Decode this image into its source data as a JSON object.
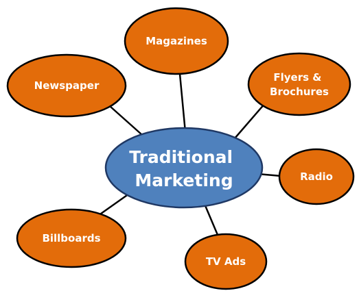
{
  "colors": {
    "center_fill": "#4f81bd",
    "center_stroke": "#1f3864",
    "leaf_fill": "#e36c0a",
    "leaf_stroke": "#000000",
    "connector": "#000000",
    "text": "#ffffff"
  },
  "center": {
    "lines": [
      "Traditional",
      "Marketing"
    ]
  },
  "nodes": [
    {
      "id": "magazines",
      "lines": [
        "Magazines"
      ]
    },
    {
      "id": "newspaper",
      "lines": [
        "Newspaper"
      ]
    },
    {
      "id": "flyers",
      "lines": [
        "Flyers &",
        "Brochures"
      ]
    },
    {
      "id": "radio",
      "lines": [
        "Radio"
      ]
    },
    {
      "id": "billboards",
      "lines": [
        "Billboards"
      ]
    },
    {
      "id": "tv-ads",
      "lines": [
        "TV Ads"
      ]
    }
  ]
}
